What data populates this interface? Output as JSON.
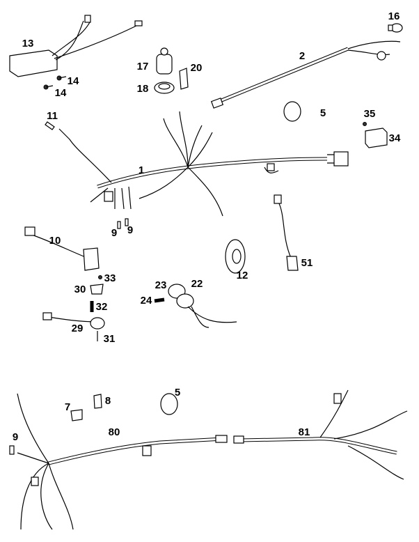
{
  "diagram": {
    "type": "exploded-parts-view",
    "labels": {
      "p13": "13",
      "p14a": "14",
      "p14b": "14",
      "p16": "16",
      "p2": "2",
      "p17": "17",
      "p20": "20",
      "p18": "18",
      "p5a": "5",
      "p35": "35",
      "p34": "34",
      "p11": "11",
      "p1": "1",
      "p9a": "9",
      "p9b": "9",
      "p10": "10",
      "p33": "33",
      "p30": "30",
      "p32": "32",
      "p29": "29",
      "p31": "31",
      "p12": "12",
      "p51": "51",
      "p23": "23",
      "p22": "22",
      "p24": "24",
      "p5b": "5",
      "p7": "7",
      "p8": "8",
      "p80": "80",
      "p81": "81",
      "p9c": "9"
    }
  }
}
